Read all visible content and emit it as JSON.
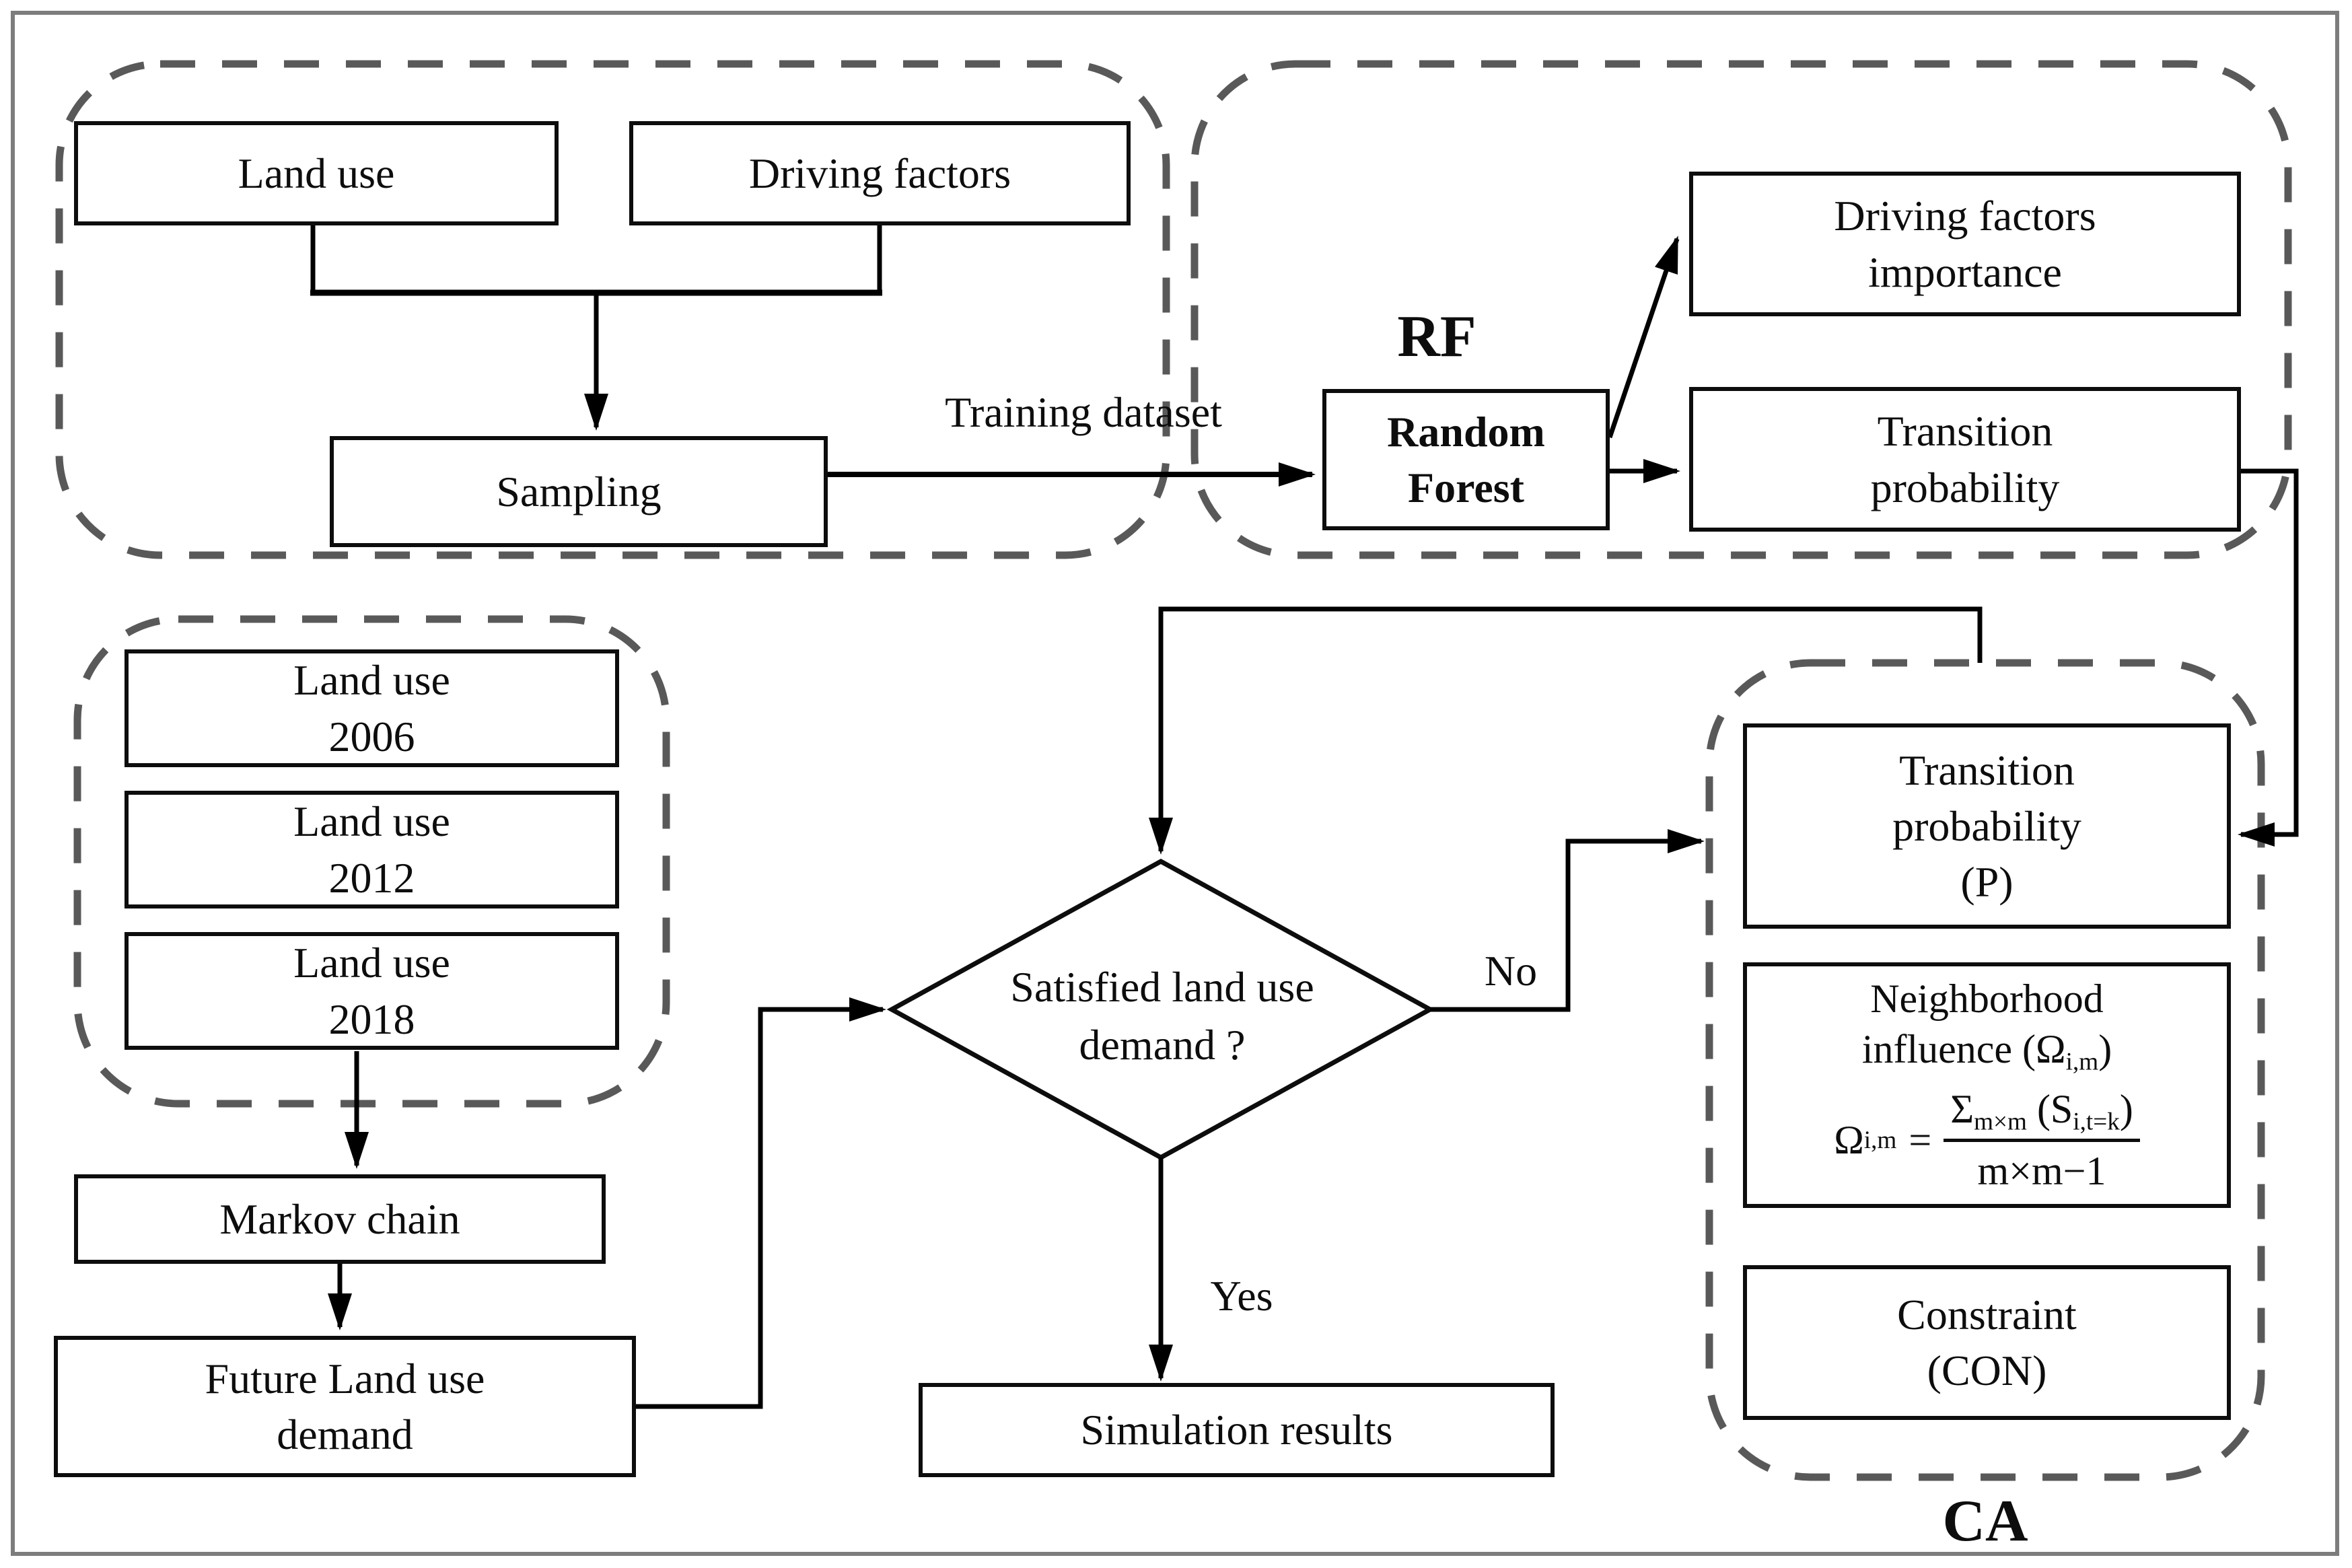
{
  "diagram_title": "RF-Markov-CA land use simulation flowchart",
  "colors": {
    "background": "#ffffff",
    "frame_border": "#7d7d7d",
    "box_border": "#0d0d0d",
    "connector": "#000000",
    "dashed_group": "#595959",
    "text": "#0d0d0d"
  },
  "groups": {
    "rf_label": "RF",
    "ca_label": "CA"
  },
  "boxes": {
    "land_use": "Land use",
    "driving_factors": "Driving factors",
    "sampling": "Sampling",
    "random_forest": "Random\nForest",
    "driving_factors_importance": "Driving factors\nimportance",
    "transition_probability_rf": "Transition\nprobability",
    "land_use_2006": "Land use\n2006",
    "land_use_2012": "Land use\n2012",
    "land_use_2018": "Land use\n2018",
    "markov_chain": "Markov chain",
    "future_land_use_demand": "Future Land use\ndemand",
    "simulation_results": "Simulation results",
    "transition_probability_p": "Transition\nprobability\n(P)",
    "constraint": "Constraint\n(CON)"
  },
  "decision": {
    "text": "Satisfied land use\ndemand ?"
  },
  "edge_labels": {
    "training_dataset": "Training dataset",
    "no": "No",
    "yes": "Yes"
  },
  "formula": {
    "title_line1": "Neighborhood",
    "title_line2_pre": "influence (Ω",
    "title_line2_sub": "i,m",
    "title_line2_post": ")",
    "lhs": "Ω",
    "lhs_sub": "i,m",
    "eq": "=",
    "num_sigma": "Σ",
    "num_sigma_sub": "m×m",
    "num_pre": " (S",
    "num_sub": "i,t=k",
    "num_post": ")",
    "den": "m×m−1"
  }
}
